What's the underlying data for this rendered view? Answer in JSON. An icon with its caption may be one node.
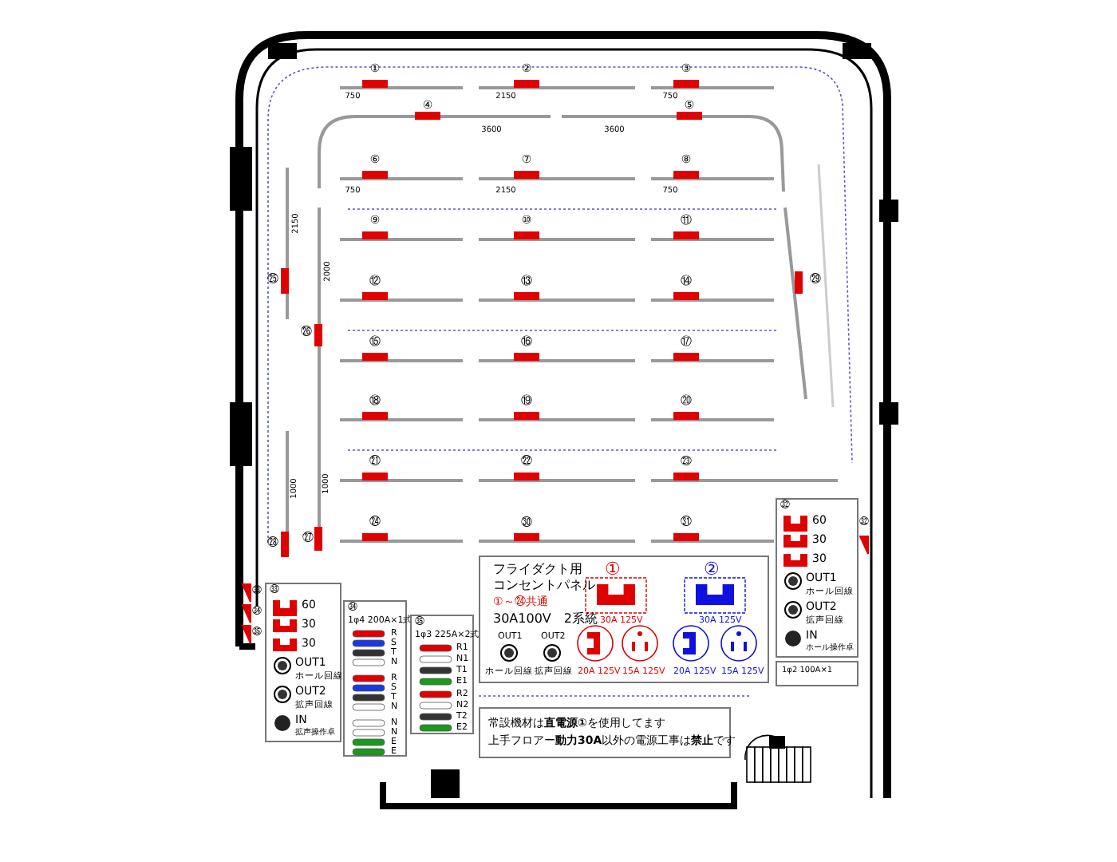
{
  "diagram": {
    "nodes": [
      {
        "text": [
          "フライダクト用",
          "コンセントパネル",
          "①～㉔共通",
          "30A100V　2系統",
          "①",
          "②",
          "30A 125V",
          "30A 125V",
          "OUT1",
          "OUT2",
          "ホール回線",
          "拡声回線",
          "20A 125V",
          "15A 125V",
          "20A 125V",
          "15A 125V"
        ]
      },
      {
        "text": [
          "常設機材は**直電源①**を使用してます",
          "上手フロアー**動力30A**以外の電源工事は**禁止**です"
        ]
      },
      {
        "text": [
          "㉝",
          "60",
          "30",
          "30",
          "OUT1",
          "ホール回線",
          "OUT2",
          "拡声回線",
          "IN",
          "拡声操作卓"
        ]
      },
      {
        "text": [
          "㉞",
          "1φ4 200A×1式",
          "R",
          "S",
          "T",
          "N",
          "R",
          "S",
          "T",
          "N",
          "N",
          "N",
          "E",
          "E"
        ]
      },
      {
        "text": [
          "㉟",
          "1φ3 225A×2式",
          "R1",
          "N1",
          "T1",
          "E1",
          "R2",
          "N2",
          "T2",
          "E2"
        ]
      },
      {
        "text": [
          "㉜",
          "60",
          "30",
          "30",
          "OUT1",
          "ホール回線",
          "OUT2",
          "拡声回線",
          "IN",
          "ホール操作卓"
        ]
      },
      {
        "text": [
          "1φ2 100A×1"
        ]
      }
    ],
    "labels": [
      "①",
      "②",
      "③",
      "750",
      "2150",
      "750",
      "④",
      "⑤",
      "3600",
      "3600",
      "⑥",
      "⑦",
      "⑧",
      "750",
      "2150",
      "750",
      "⑨",
      "⑩",
      "⑪",
      "2150",
      "㉕",
      "2000",
      "⑫",
      "⑬",
      "⑭",
      "㉙",
      "㉖",
      "⑮",
      "⑯",
      "⑰",
      "⑱",
      "⑲",
      "⑳",
      "1000",
      "1000",
      "㉑",
      "㉒",
      "㉓",
      "㉘",
      "㉗",
      "㉔",
      "㉚",
      "㉛",
      "㉜",
      "㉝",
      "㉞",
      "㉟"
    ]
  }
}
